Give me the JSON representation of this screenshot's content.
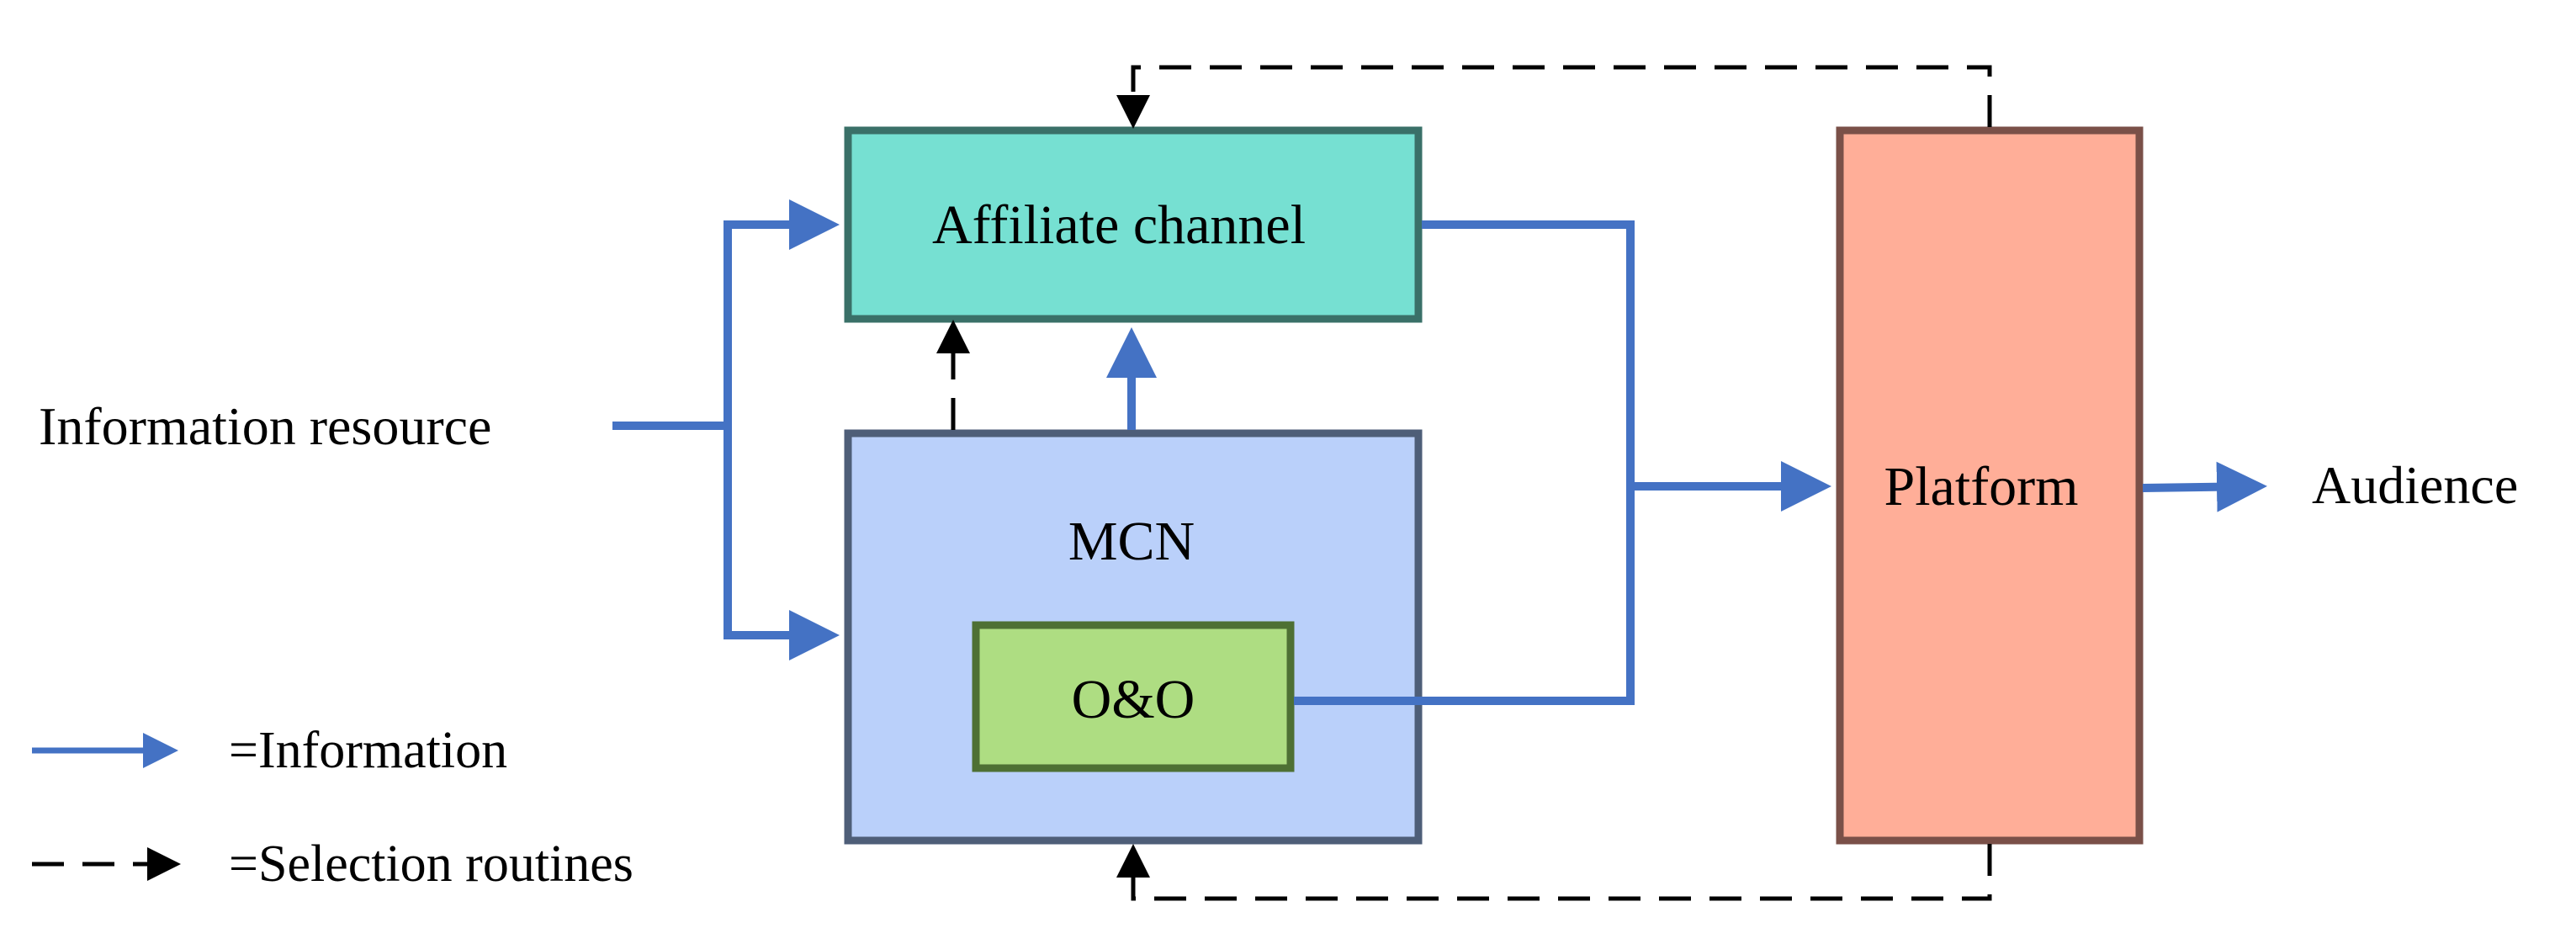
{
  "nodes": {
    "source": "Information resource",
    "affiliate": "Affiliate channel",
    "mcn": "MCN",
    "oo": "O&O",
    "platform": "Platform",
    "audience": "Audience"
  },
  "legend": {
    "information": "=Information",
    "selection": "=Selection routines"
  },
  "colors": {
    "information_line": "#4472C4",
    "selection_line": "#000000",
    "affiliate_fill": "#76E0D2",
    "affiliate_border": "#3A7068",
    "mcn_fill": "#BAD0FA",
    "mcn_border": "#4E5E78",
    "oo_fill": "#AEDD82",
    "oo_border": "#4E7034",
    "platform_fill": "#FFAE98",
    "platform_border": "#7A5048"
  }
}
